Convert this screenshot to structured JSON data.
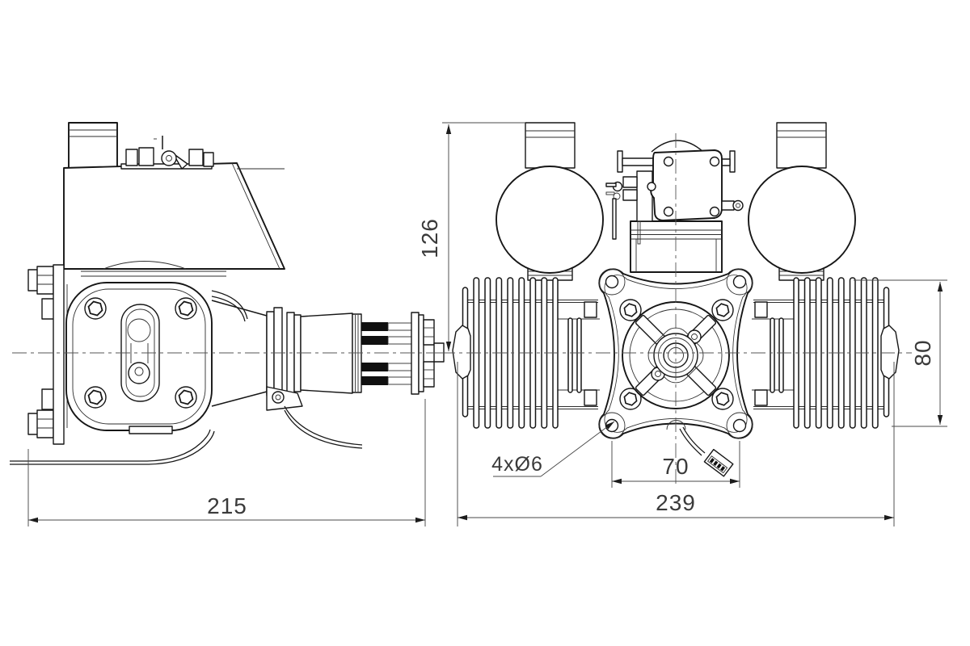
{
  "drawing": {
    "title": "twin-cylinder-engine-technical-drawing",
    "background": "#ffffff",
    "line_color": "#161616",
    "dimension_color": "#3a3a3a",
    "dimensions": {
      "side_view_overall_length": "215",
      "front_view_overall_width": "239",
      "pipe_top_to_crank_center_height": "126",
      "cylinder_fin_height": "80",
      "mount_hole_spacing": "70",
      "mount_holes_note": "4xØ6"
    }
  }
}
